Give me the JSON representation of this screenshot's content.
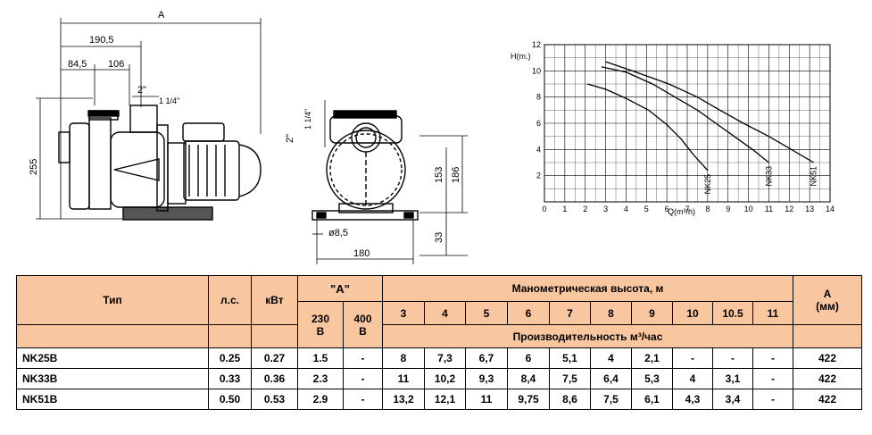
{
  "drawing": {
    "dims_side": {
      "A": "A",
      "d1": "190,5",
      "d2": "84,5",
      "d3": "106",
      "pipe": "2\"",
      "thread": "1 1/4\"",
      "height": "255"
    },
    "dims_front": {
      "pipe": "2\"",
      "thread": "1 1/4\"",
      "h1": "153",
      "h2": "186",
      "h3": "33",
      "hole": "ø8,5",
      "width": "180"
    }
  },
  "chart_data": {
    "type": "line",
    "ylabel": "H(m.)",
    "xlabel": "Q(m³/h)",
    "xlim": [
      0,
      14
    ],
    "ylim": [
      0,
      12
    ],
    "xticks": [
      "0",
      "1",
      "2",
      "3",
      "4",
      "5",
      "6",
      "7",
      "8",
      "9",
      "10",
      "11",
      "12",
      "13",
      "14"
    ],
    "yticks": [
      "2",
      "4",
      "6",
      "8",
      "10",
      "12"
    ],
    "grid": true,
    "series": [
      {
        "name": "NK25",
        "x": [
          2.1,
          3.0,
          4.0,
          5.1,
          6.0,
          6.7,
          7.3,
          8.0
        ],
        "y": [
          9.0,
          8.6,
          7.9,
          7.0,
          5.9,
          4.8,
          3.6,
          2.4
        ]
      },
      {
        "name": "NK33",
        "x": [
          2.8,
          4.0,
          5.3,
          6.4,
          7.5,
          8.4,
          9.3,
          10.2,
          11.0
        ],
        "y": [
          10.3,
          9.9,
          9.0,
          8.0,
          7.0,
          6.0,
          5.0,
          4.0,
          3.0
        ]
      },
      {
        "name": "NK51",
        "x": [
          3.0,
          4.3,
          6.1,
          7.5,
          8.6,
          9.75,
          11.0,
          12.1,
          13.2
        ],
        "y": [
          10.7,
          10.0,
          9.0,
          8.0,
          7.0,
          6.0,
          5.0,
          4.0,
          3.0
        ]
      }
    ]
  },
  "table": {
    "type_label": "Тип",
    "hp_label": "л.с.",
    "kw_label": "кВт",
    "a_header": "\"A\"",
    "v230": "230",
    "v400": "400",
    "volt_unit": "В",
    "head_title": "Манометрическая высота, м",
    "heads": [
      "3",
      "4",
      "5",
      "6",
      "7",
      "8",
      "9",
      "10",
      "10.5",
      "11"
    ],
    "flow_title": "Производительность м³/час",
    "a_label": "A",
    "a_unit": "(мм)",
    "rows": [
      {
        "model": "NK25B",
        "hp": "0.25",
        "kw": "0.27",
        "a230": "1.5",
        "a400": "-",
        "flows": [
          "8",
          "7,3",
          "6,7",
          "6",
          "5,1",
          "4",
          "2,1",
          "-",
          "-",
          "-"
        ],
        "a": "422"
      },
      {
        "model": "NK33B",
        "hp": "0.33",
        "kw": "0.36",
        "a230": "2.3",
        "a400": "-",
        "flows": [
          "11",
          "10,2",
          "9,3",
          "8,4",
          "7,5",
          "6,4",
          "5,3",
          "4",
          "3,1",
          "-"
        ],
        "a": "422"
      },
      {
        "model": "NK51B",
        "hp": "0.50",
        "kw": "0.53",
        "a230": "2.9",
        "a400": "-",
        "flows": [
          "13,2",
          "12,1",
          "11",
          "9,75",
          "8,6",
          "7,5",
          "6,1",
          "4,3",
          "3,4",
          "-"
        ],
        "a": "422"
      }
    ]
  }
}
